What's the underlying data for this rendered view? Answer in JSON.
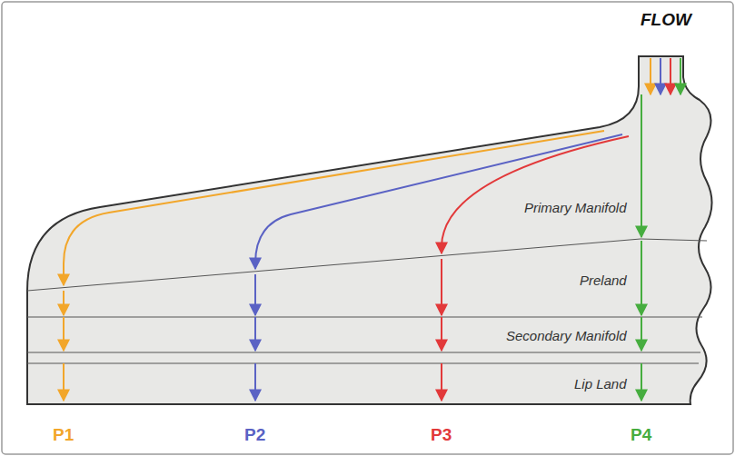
{
  "diagram": {
    "labels": [
      "FLOW",
      "Primary Manifold",
      "Preland",
      "Secondary Manifold",
      "Lip Land",
      "P1",
      "P2",
      "P3",
      "P4"
    ]
  }
}
